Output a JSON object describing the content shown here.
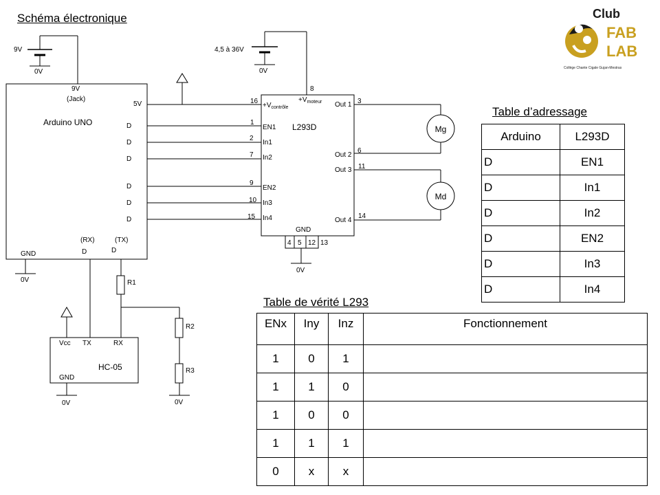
{
  "page_title": "Schéma électronique",
  "power": {
    "battery_9v": "9V",
    "battery_motor": "4,5 à 36V",
    "ground": "0V"
  },
  "arduino": {
    "name": "Arduino UNO",
    "pin_9v": "9V",
    "pin_jack": "(Jack)",
    "pin_5v": "5V",
    "pin_d": "D",
    "pin_gnd": "GND",
    "rx": "(RX)",
    "tx": "(TX)"
  },
  "l293d": {
    "name": "L293D",
    "vcontrole_main": "+V",
    "vcontrole_sub": "contrôle",
    "vmoteur_main": "+V",
    "vmoteur_sub": "moteur",
    "inputs": [
      "EN1",
      "In1",
      "In2",
      "EN2",
      "In3",
      "In4"
    ],
    "input_pins": [
      "1",
      "2",
      "7",
      "9",
      "10",
      "15"
    ],
    "pin_16": "16",
    "pin_8": "8",
    "outputs": [
      "Out 1",
      "Out 2",
      "Out 3",
      "Out 4"
    ],
    "output_pins": [
      "3",
      "6",
      "11",
      "14"
    ],
    "gnd": "GND",
    "gnd_pins": [
      "4",
      "5",
      "12",
      "13"
    ]
  },
  "motors": [
    "Mg",
    "Md"
  ],
  "hc05": {
    "name": "HC-05",
    "vcc": "Vcc",
    "tx": "TX",
    "rx": "RX",
    "gnd": "GND"
  },
  "resistors": [
    "R1",
    "R2",
    "R3"
  ],
  "logo": {
    "club": "Club",
    "line1": "FAB",
    "line2": "LAB",
    "caption": "Collège Chante Cigale Gujan-Mestras",
    "colors": {
      "gold": "#C9A020",
      "dark": "#1a1a1a"
    }
  },
  "address_table": {
    "title": "Table d’adressage",
    "headers": [
      "Arduino",
      "L293D"
    ],
    "rows": [
      [
        "D",
        "EN1"
      ],
      [
        "D",
        "In1"
      ],
      [
        "D",
        "In2"
      ],
      [
        "D",
        "EN2"
      ],
      [
        "D",
        "In3"
      ],
      [
        "D",
        "In4"
      ]
    ]
  },
  "truth_table": {
    "title": "Table de vérité L293",
    "headers": [
      "ENx",
      "Iny",
      "Inz",
      "Fonctionnement"
    ],
    "rows": [
      [
        "1",
        "0",
        "1",
        ""
      ],
      [
        "1",
        "1",
        "0",
        ""
      ],
      [
        "1",
        "0",
        "0",
        ""
      ],
      [
        "1",
        "1",
        "1",
        ""
      ],
      [
        "0",
        "x",
        "x",
        ""
      ]
    ]
  }
}
